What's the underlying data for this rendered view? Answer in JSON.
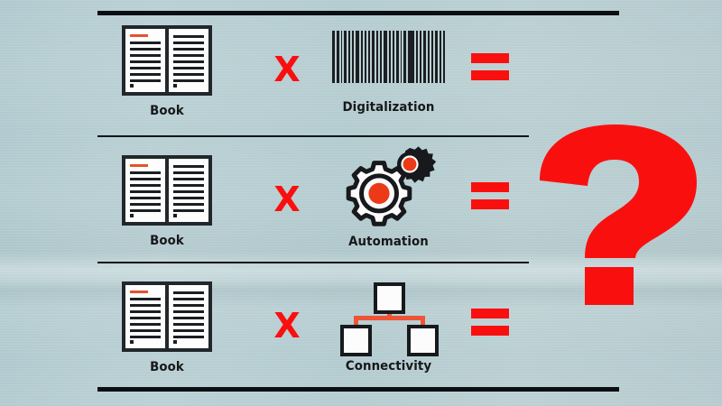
{
  "meta": {
    "background_color": "#b9d0d4",
    "accent_red": "#fa0f0f",
    "ink_color": "#16181a",
    "book_accent": "#e8512a",
    "wire_color": "#ef5436"
  },
  "rows": [
    {
      "id": "row-digitalization",
      "left_label": "Book",
      "left_icon": "book-icon",
      "operator": "X",
      "right_label": "Digitalization",
      "right_icon": "barcode-icon",
      "result_operator": "=",
      "result": "?"
    },
    {
      "id": "row-automation",
      "left_label": "Book",
      "left_icon": "book-icon",
      "operator": "X",
      "right_label": "Automation",
      "right_icon": "gears-icon",
      "result_operator": "=",
      "result": "?"
    },
    {
      "id": "row-connectivity",
      "left_label": "Book",
      "left_icon": "book-icon",
      "operator": "X",
      "right_label": "Connectivity",
      "right_icon": "network-icon",
      "result_operator": "=",
      "result": "?"
    }
  ],
  "result_symbol": {
    "icon": "question-mark-icon",
    "text": "?",
    "color": "#fa0f0f"
  },
  "dividers": [
    {
      "name": "divider-top",
      "style": "thick"
    },
    {
      "name": "divider-middle-1",
      "style": "thin"
    },
    {
      "name": "divider-middle-2",
      "style": "thin"
    },
    {
      "name": "divider-bottom",
      "style": "thick"
    }
  ],
  "barcode_widths": [
    4,
    3,
    2,
    4,
    2,
    3,
    5,
    2,
    3,
    2,
    4,
    3,
    2,
    5,
    3,
    2,
    4,
    2,
    3,
    9,
    3,
    2,
    4,
    2,
    3,
    4,
    2,
    3
  ]
}
